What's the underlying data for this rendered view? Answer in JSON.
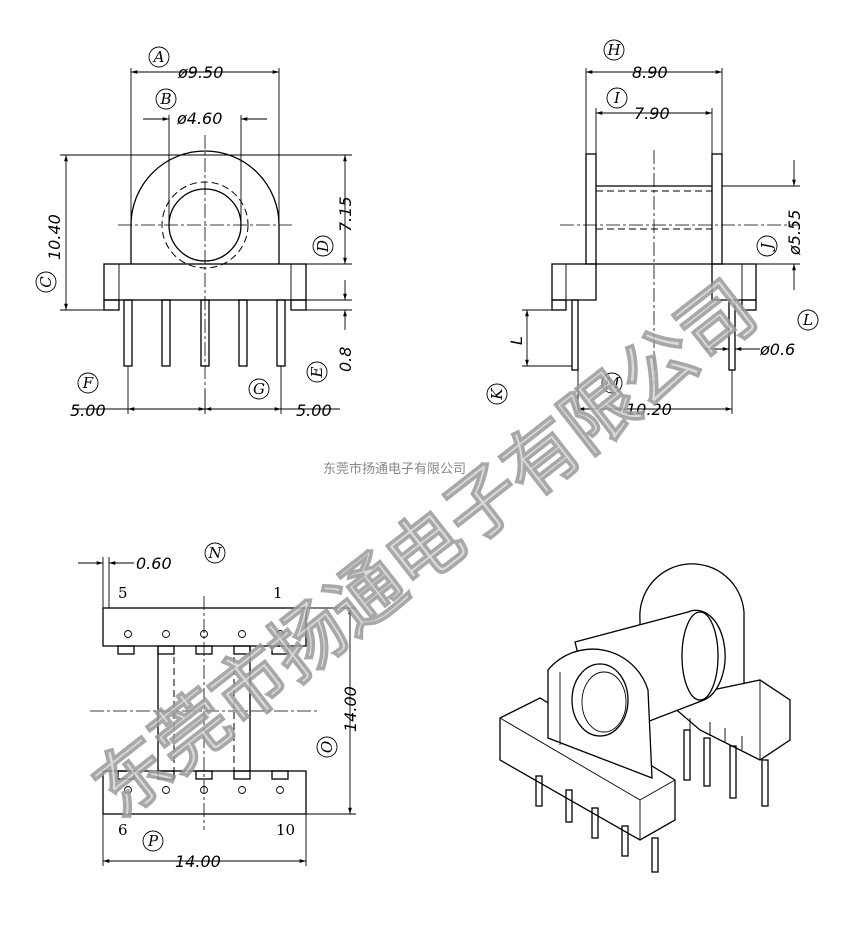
{
  "company_small": "东莞市扬通电子有限公司",
  "watermark": "东莞市扬通电子有限公司",
  "front_view": {
    "dim_A": "ø9.50",
    "dim_B": "ø4.60",
    "dim_C": "10.40",
    "dim_D": "7.15",
    "dim_E": "0.8",
    "dim_F": "5.00",
    "dim_G": "5.00",
    "labels": {
      "A": "A",
      "B": "B",
      "C": "C",
      "D": "D",
      "E": "E",
      "F": "F",
      "G": "G"
    }
  },
  "side_view": {
    "dim_H": "8.90",
    "dim_I": "7.90",
    "dim_J": "ø5.55",
    "dim_K": "L",
    "dim_L": "ø0.6",
    "dim_M": "10.20",
    "labels": {
      "H": "H",
      "I": "I",
      "J": "J",
      "K": "K",
      "L": "L",
      "M": "M"
    }
  },
  "bottom_view": {
    "dim_N": "0.60",
    "dim_O": "14.00",
    "dim_P": "14.00",
    "labels": {
      "N": "N",
      "O": "O",
      "P": "P"
    },
    "pins": {
      "p5": "5",
      "p1": "1",
      "p6": "6",
      "p10": "10"
    }
  }
}
